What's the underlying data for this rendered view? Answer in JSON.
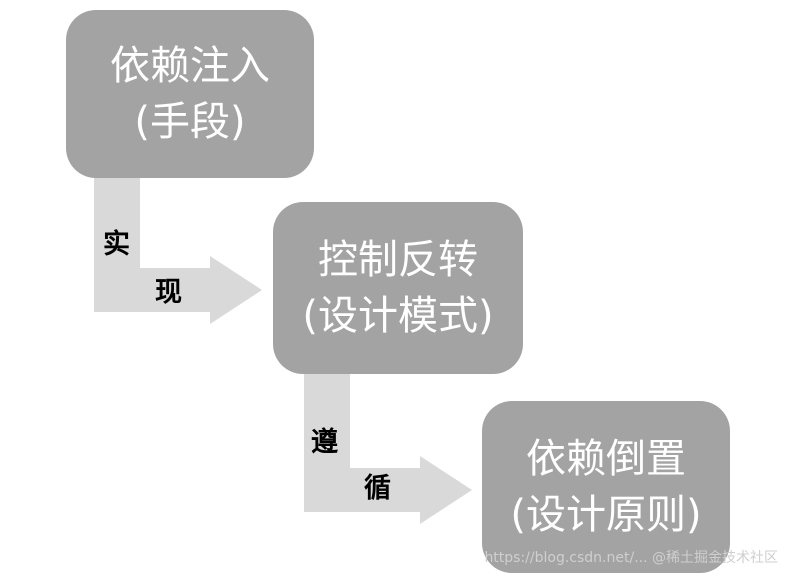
{
  "diagram": {
    "boxes": [
      {
        "line1": "依赖注入",
        "line2": "(手段)"
      },
      {
        "line1": "控制反转",
        "line2": "(设计模式)"
      },
      {
        "line1": "依赖倒置",
        "line2": "(设计原则)"
      }
    ],
    "arrows": [
      {
        "label_top": "实",
        "label_bottom": "现"
      },
      {
        "label_top": "遵",
        "label_bottom": "循"
      }
    ]
  },
  "colors": {
    "box_fill": "#a3a3a3",
    "arrow_fill": "#d9d9d9",
    "box_text": "#ffffff",
    "label_text": "#000000"
  },
  "watermark": "https://blog.csdn.net/... @稀土掘金技术社区"
}
